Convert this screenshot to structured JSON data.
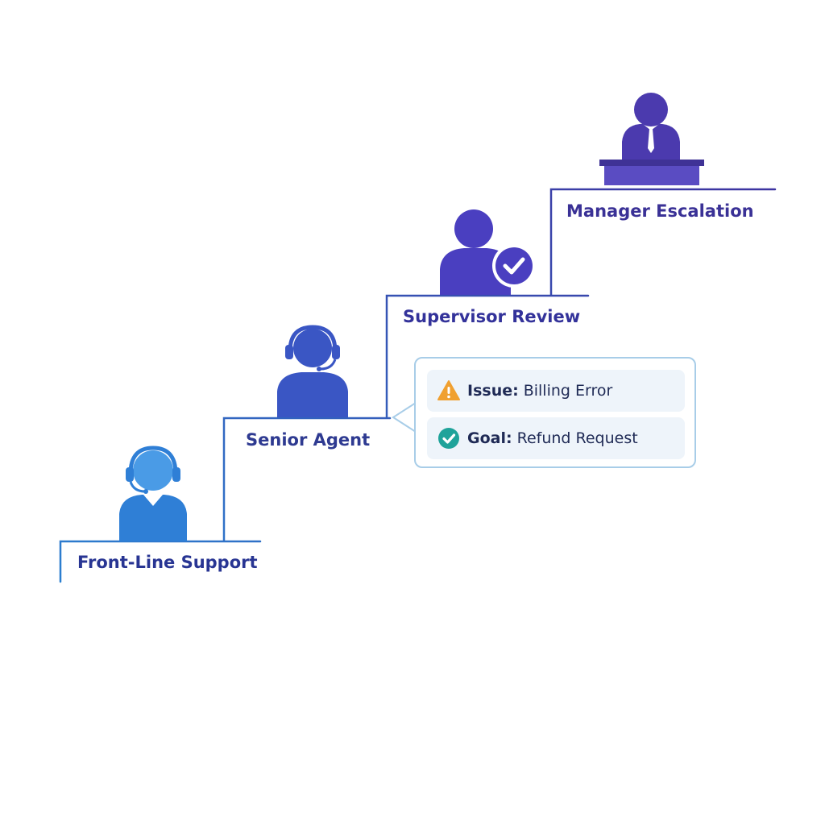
{
  "steps": [
    {
      "label": "Front-Line Support",
      "icon": "headset-agent-icon",
      "color": "#2f7fd6"
    },
    {
      "label": "Senior Agent",
      "icon": "headset-agent-icon",
      "color": "#3a56c4"
    },
    {
      "label": "Supervisor Review",
      "icon": "approved-supervisor-icon",
      "color": "#4a3fc0"
    },
    {
      "label": "Manager Escalation",
      "icon": "manager-desk-icon",
      "color": "#4b3aae"
    }
  ],
  "callout": {
    "issue": {
      "key": "Issue:",
      "value": "Billing Error",
      "icon": "warning-icon",
      "color": "#f0a030"
    },
    "goal": {
      "key": "Goal:",
      "value": "Refund Request",
      "icon": "check-circle-icon",
      "color": "#1fa39a"
    }
  },
  "colors": {
    "line": "#3b3fa8",
    "callout_border": "#a8cde8",
    "callout_row_bg": "#eef4fa"
  }
}
